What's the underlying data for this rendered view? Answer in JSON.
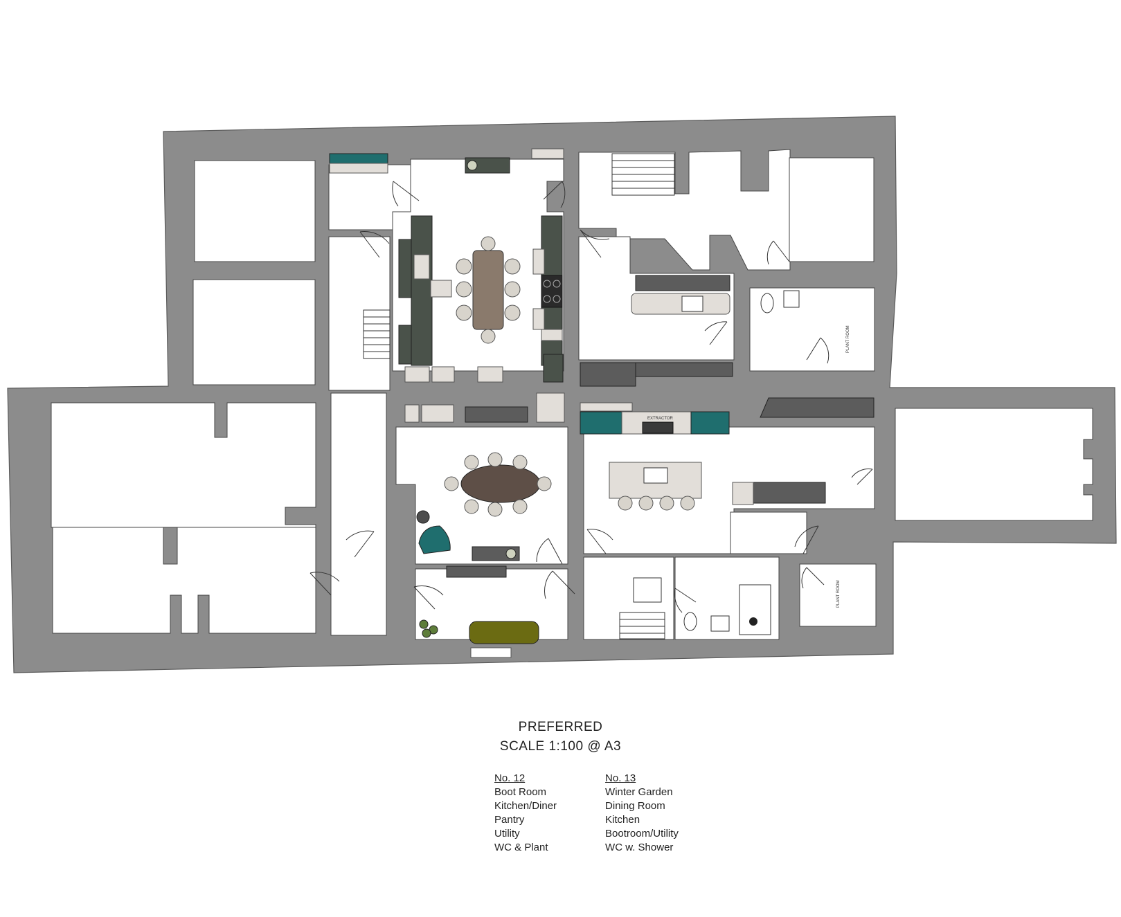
{
  "drawing": {
    "title": "PREFERRED",
    "scale": "SCALE 1:100 @ A3"
  },
  "plan_labels": {
    "plant_room_1": "PLANT ROOM",
    "plant_room_2": "PLANT ROOM",
    "extractor": "EXTRACTOR"
  },
  "legend": {
    "no12": {
      "heading": "No. 12",
      "rooms": [
        "Boot Room",
        "Kitchen/Diner",
        "Pantry",
        "Utility",
        "WC & Plant"
      ]
    },
    "no13": {
      "heading": "No. 13",
      "rooms": [
        "Winter Garden",
        "Dining Room",
        "Kitchen",
        "Bootroom/Utility",
        "WC w. Shower"
      ]
    }
  },
  "colors": {
    "wall": "#8c8c8c",
    "cabinet_dark": "#4a524a",
    "cabinet_teal": "#1f6e6e",
    "table_brown": "#5e4f47",
    "sofa_olive": "#6b6b12",
    "armchair_teal": "#1f6e6e"
  }
}
